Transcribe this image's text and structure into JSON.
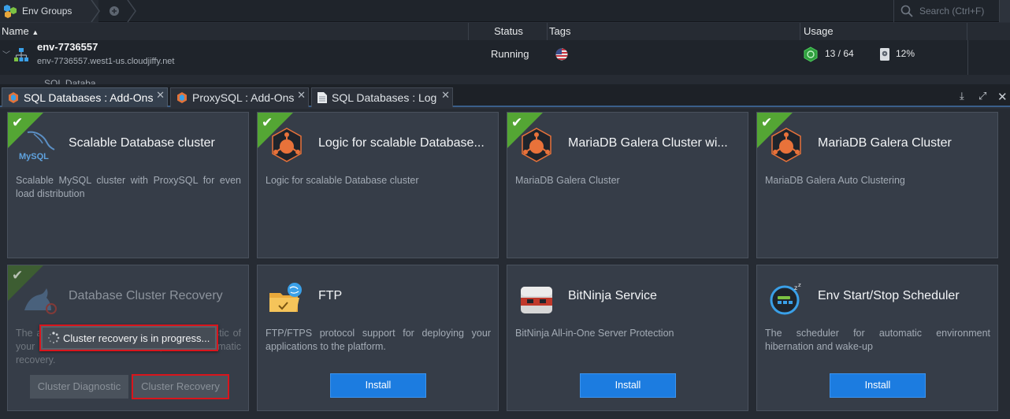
{
  "topbar": {
    "env_groups_label": "Env Groups",
    "search_placeholder": "Search (Ctrl+F)"
  },
  "table": {
    "columns": [
      "Name",
      "Status",
      "Tags",
      "Usage"
    ],
    "env": {
      "name": "env-7736557",
      "url": "env-7736557.west1-us.cloudjiffy.net",
      "status": "Running",
      "cloudlets": "13 / 64",
      "disk": "12%"
    },
    "sub_label": "SQL Databa"
  },
  "tabs": [
    {
      "label": "SQL Databases : Add-Ons",
      "active": true
    },
    {
      "label": "ProxySQL : Add-Ons",
      "active": false
    },
    {
      "label": "SQL Databases : Log",
      "active": false
    }
  ],
  "cards": [
    {
      "title": "Scalable Database cluster",
      "desc": "Scalable MySQL cluster with ProxySQL for even load distribution",
      "installed": true,
      "logo_text": "MySQL"
    },
    {
      "title": "Logic for scalable Database...",
      "desc": "Logic for scalable Database cluster",
      "installed": true
    },
    {
      "title": "MariaDB Galera Cluster wi...",
      "desc": "MariaDB Galera Cluster",
      "installed": true
    },
    {
      "title": "MariaDB Galera Cluster",
      "desc": "MariaDB Galera Auto Clustering",
      "installed": true
    },
    {
      "title": "Database Cluster Recovery",
      "desc": "The add-on performs comprehensive diagnostic of your database cluster and can perform automatic recovery.",
      "installed": true,
      "progress": "Cluster recovery is in progress...",
      "btn_diag": "Cluster Diagnostic",
      "btn_recovery": "Cluster Recovery"
    },
    {
      "title": "FTP",
      "desc": "FTP/FTPS protocol support for deploying your applications to the platform.",
      "install": "Install"
    },
    {
      "title": "BitNinja Service",
      "desc": "BitNinja All-in-One Server Protection",
      "install": "Install"
    },
    {
      "title": "Env Start/Stop Scheduler",
      "desc": "The scheduler for automatic environment hibernation and wake-up",
      "install": "Install"
    }
  ],
  "colors": {
    "accent": "#1c7ce0",
    "installed_ribbon": "#54a634",
    "highlight": "#d9151c"
  }
}
